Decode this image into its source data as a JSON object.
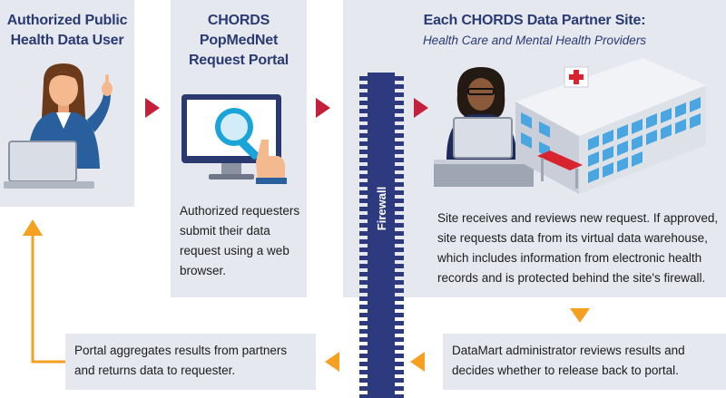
{
  "user_panel": {
    "title_line1": "Authorized Public",
    "title_line2": "Health Data User"
  },
  "portal_panel": {
    "title_line1": "CHORDS",
    "title_line2": "PopMedNet",
    "title_line3": "Request Portal",
    "desc_line1": "Authorized requesters",
    "desc_line2": "submit their data",
    "desc_line3": "request using a web",
    "desc_line4": "browser."
  },
  "partner_panel": {
    "title": "Each CHORDS Data Partner Site:",
    "subtitle": "Health Care and Mental Health Providers",
    "desc_line1": "Site receives and reviews new request. If approved,",
    "desc_line2": "site requests data from its virtual data warehouse,",
    "desc_line3": "which includes information from electronic health",
    "desc_line4": "records and is protected behind the site's firewall."
  },
  "firewall_label": "Firewall",
  "datamart_box": {
    "line1": "DataMart administrator reviews results and",
    "line2": "decides whether to release back to portal."
  },
  "aggregate_box": {
    "line1": "Portal aggregates results from partners",
    "line2": "and returns data to requester."
  },
  "colors": {
    "panel": "#e6e8ef",
    "title": "#2a3a72",
    "red_arrow": "#c4203b",
    "orange_arrow": "#f5a020",
    "firewall": "#2d3a80"
  }
}
